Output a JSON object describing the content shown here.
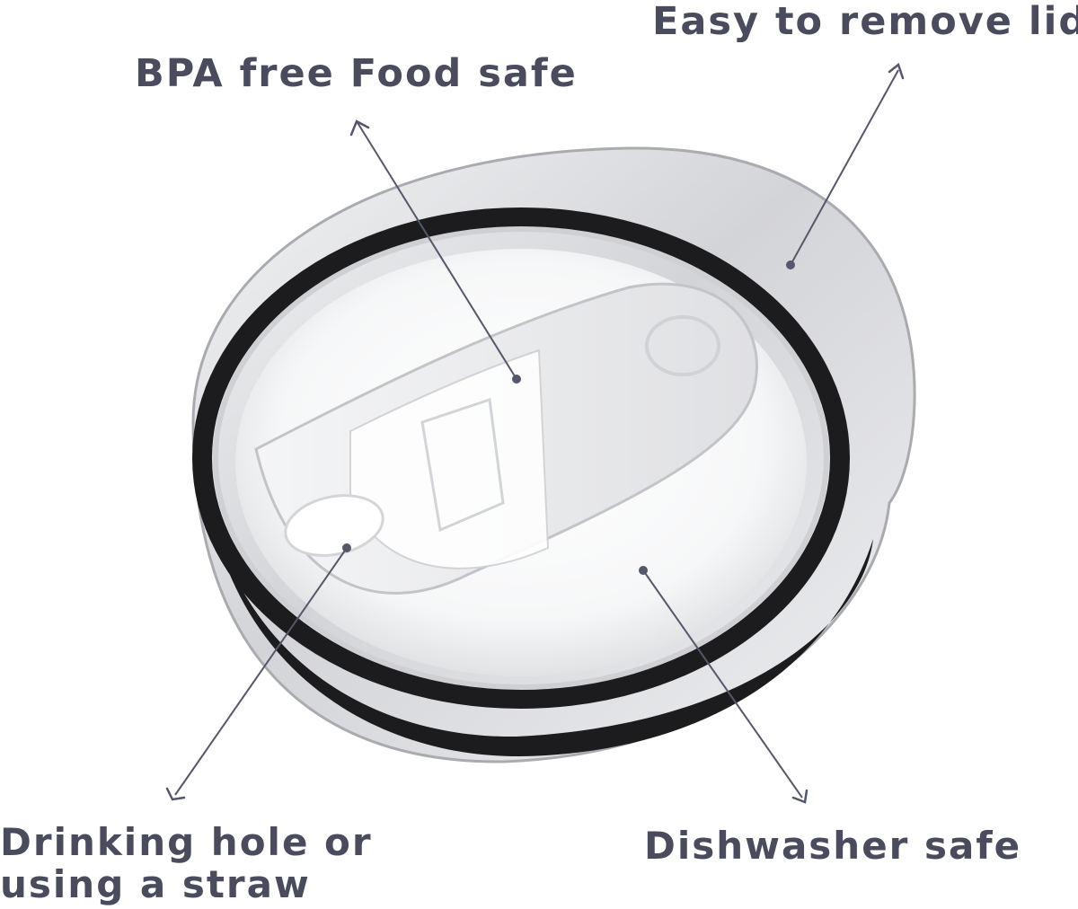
{
  "labels": {
    "bpa": "BPA free Food safe",
    "lid": "Easy to remove lid",
    "drink_line1": "Drinking hole or",
    "drink_line2": "using a straw",
    "dish": "Dishwasher safe"
  },
  "colors": {
    "text": "#4a4c5e",
    "leader": "#55576a",
    "rim_dark": "#1c1c1e",
    "lid_glass": "#e9eaec"
  },
  "icons": {
    "arrow": "arrowhead-chevron",
    "dot": "endpoint-dot"
  }
}
